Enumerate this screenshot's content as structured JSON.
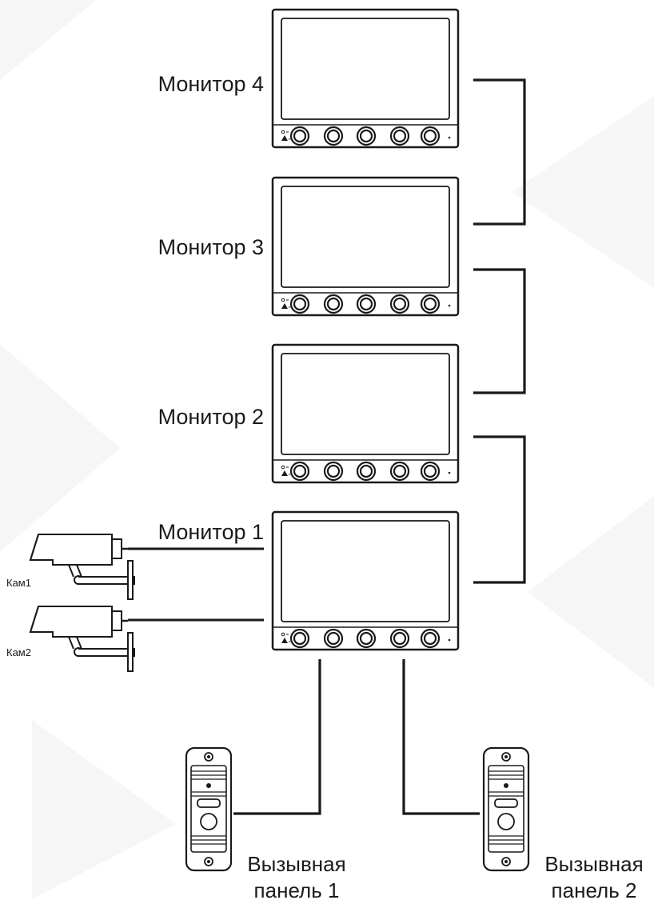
{
  "monitors": [
    {
      "label": "Монитор 4"
    },
    {
      "label": "Монитор 3"
    },
    {
      "label": "Монитор 2"
    },
    {
      "label": "Монитор 1"
    }
  ],
  "cameras": [
    {
      "label": "Кам1"
    },
    {
      "label": "Кам2"
    }
  ],
  "panels": [
    {
      "line1": "Вызывная",
      "line2": "панель 1"
    },
    {
      "line1": "Вызывная",
      "line2": "панель 2"
    }
  ],
  "colors": {
    "line": "#1a1a1a",
    "background": "#ffffff",
    "watermark": "#f6f6f6"
  }
}
